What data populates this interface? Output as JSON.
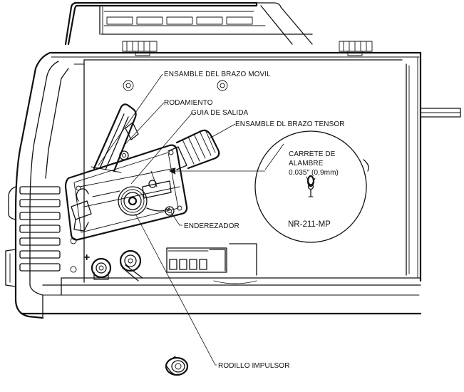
{
  "labels": {
    "movable_arm": "ENSAMBLE DEL BRAZO MOVIL",
    "bearing": "RODAMIENTO",
    "outlet_guide": "GUIA DE SALIDA",
    "tension_arm": "ENSAMBLE DL BRAZO TENSOR",
    "spool_line1": "CARRETE DE",
    "spool_line2": "ALAMBRE",
    "spool_size": "0.035\" (0,9mm)",
    "model": "NR-211-MP",
    "straightener": "ENDEREZADOR",
    "drive_roll": "RODILLO IMPULSOR",
    "positive_sign": "+"
  }
}
